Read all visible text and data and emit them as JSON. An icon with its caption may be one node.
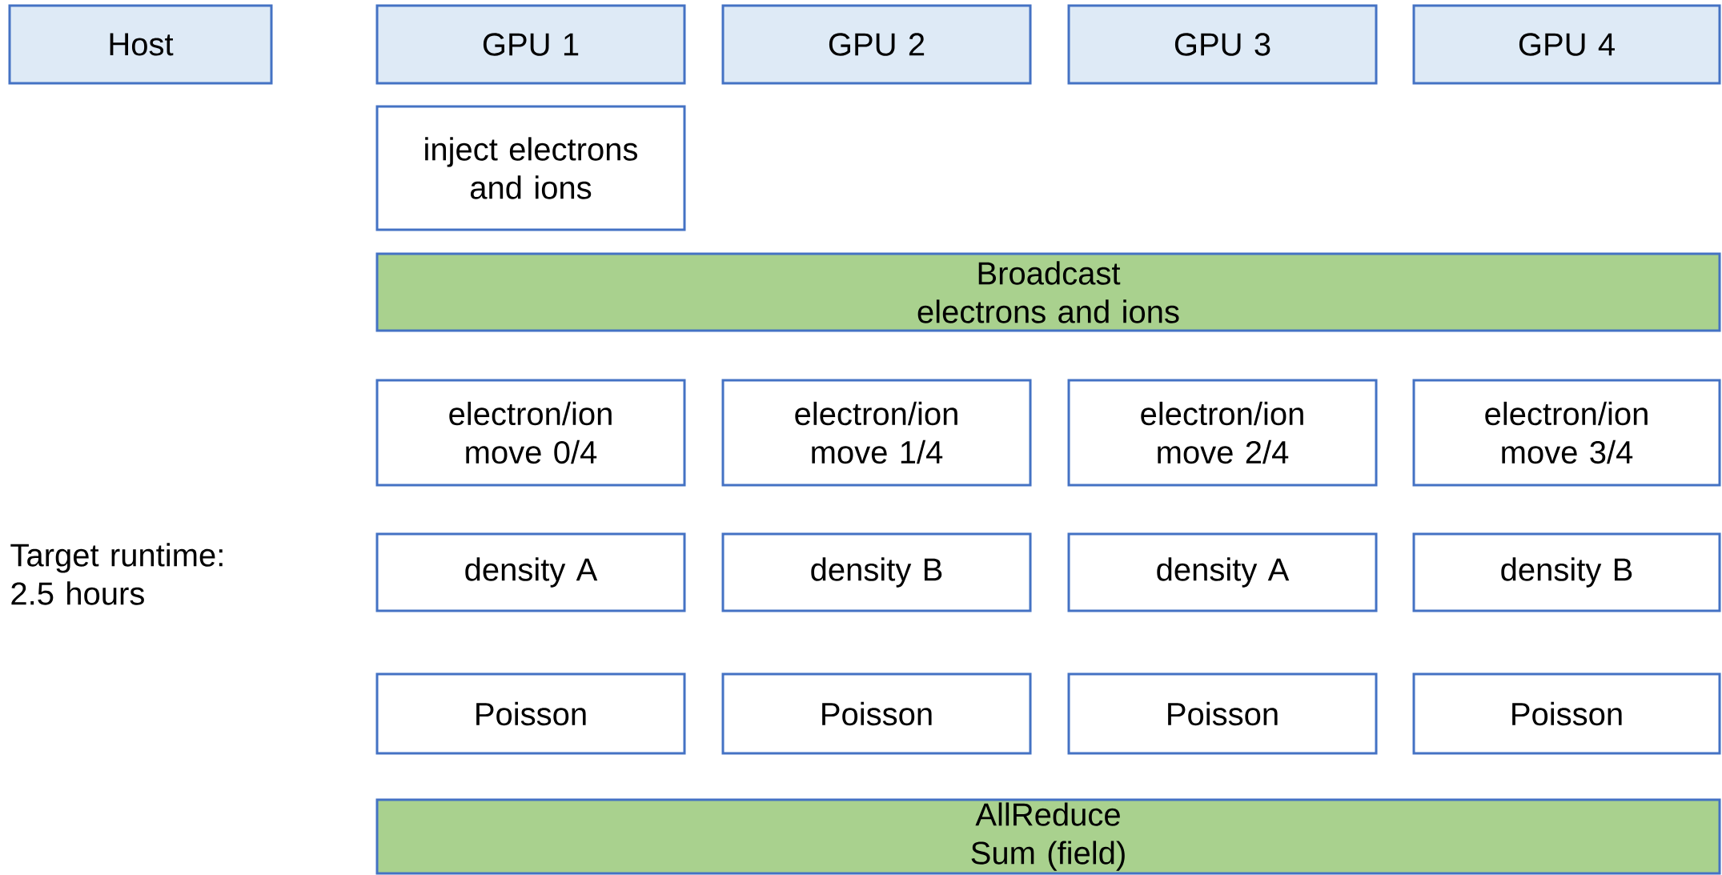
{
  "diagram": {
    "nodes": [
      {
        "text": [
          "Host"
        ]
      },
      {
        "text": [
          "GPU 1"
        ]
      },
      {
        "text": [
          "GPU 2"
        ]
      },
      {
        "text": [
          "GPU 3"
        ]
      },
      {
        "text": [
          "GPU 4"
        ]
      },
      {
        "text": [
          "inject electrons and ions"
        ]
      },
      {
        "text": [
          "Broadcast electrons and ions"
        ]
      },
      {
        "text": [
          "electron/ion move 0/4"
        ]
      },
      {
        "text": [
          "electron/ion move 1/4"
        ]
      },
      {
        "text": [
          "electron/ion move 2/4"
        ]
      },
      {
        "text": [
          "electron/ion move 3/4"
        ]
      },
      {
        "text": [
          "density A"
        ]
      },
      {
        "text": [
          "density B"
        ]
      },
      {
        "text": [
          "density A"
        ]
      },
      {
        "text": [
          "density B"
        ]
      },
      {
        "text": [
          "Poisson"
        ]
      },
      {
        "text": [
          "Poisson"
        ]
      },
      {
        "text": [
          "Poisson"
        ]
      },
      {
        "text": [
          "Poisson"
        ]
      },
      {
        "text": [
          "AllReduce Sum (field)"
        ]
      }
    ],
    "edges": [],
    "labels": [
      "Target runtime: 2.5 hours"
    ]
  }
}
